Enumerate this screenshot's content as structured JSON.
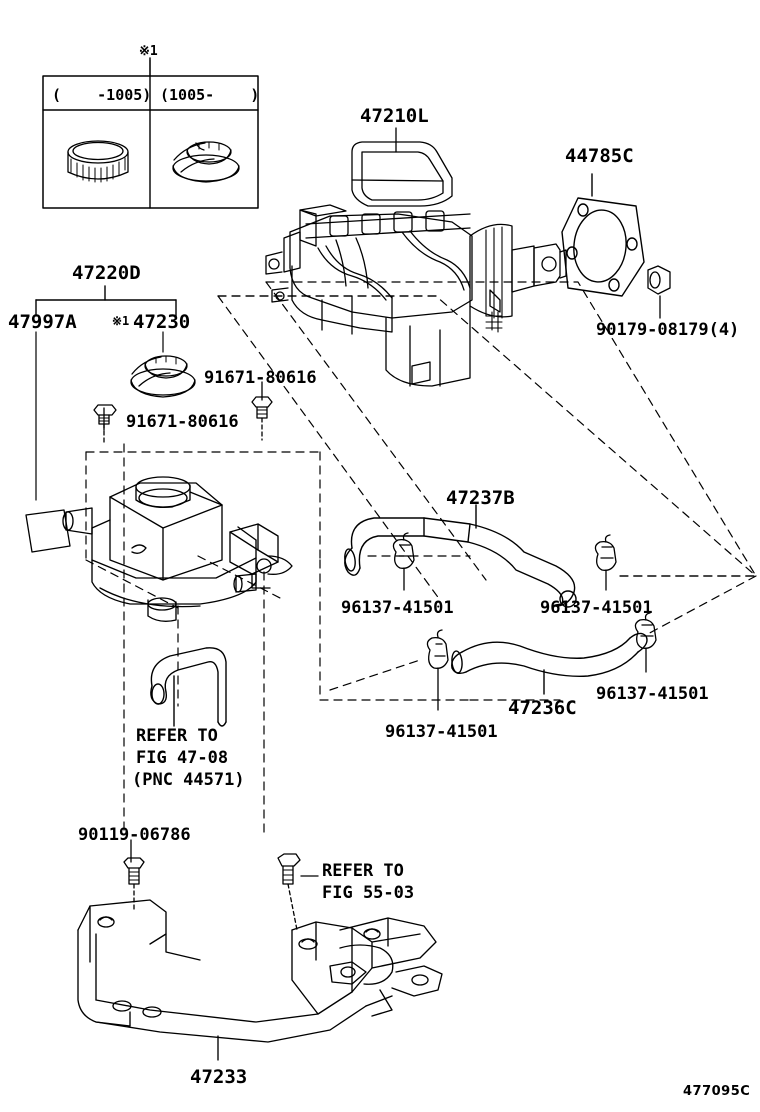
{
  "diagram": {
    "figure_code": "477095C",
    "note_marker": "※1"
  },
  "variant_table": {
    "marker": "※1",
    "columns": [
      {
        "header": "(    -1005)",
        "icon": "ribbed-reservoir-cap"
      },
      {
        "header": "(1005-    )",
        "icon": "flanged-reservoir-cap"
      }
    ]
  },
  "parts": {
    "booster_assembly": "47210L",
    "gasket": "44785C",
    "gasket_nut": "90179-08179(4)",
    "reservoir_assembly": "47220D",
    "reservoir_label_plate": "47997A",
    "reservoir_cap": "47230",
    "reservoir_cap_marker": "※1",
    "bolt_left": "91671-80616",
    "bolt_right": "91671-80616",
    "hose_upper": "47237B",
    "hose_lower": "47236C",
    "clamp_1": "96137-41501",
    "clamp_2": "96137-41501",
    "clamp_3": "96137-41501",
    "clamp_4": "96137-41501",
    "bracket_bolt": "90119-06786",
    "bracket": "47233"
  },
  "references": {
    "fig_47_08": {
      "line1": "REFER TO",
      "line2": "FIG 47-08",
      "line3": "(PNC 44571)"
    },
    "fig_55_03": {
      "line1": "REFER TO",
      "line2": "FIG 55-03"
    }
  },
  "colors": {
    "line": "#000000",
    "background": "#ffffff"
  }
}
